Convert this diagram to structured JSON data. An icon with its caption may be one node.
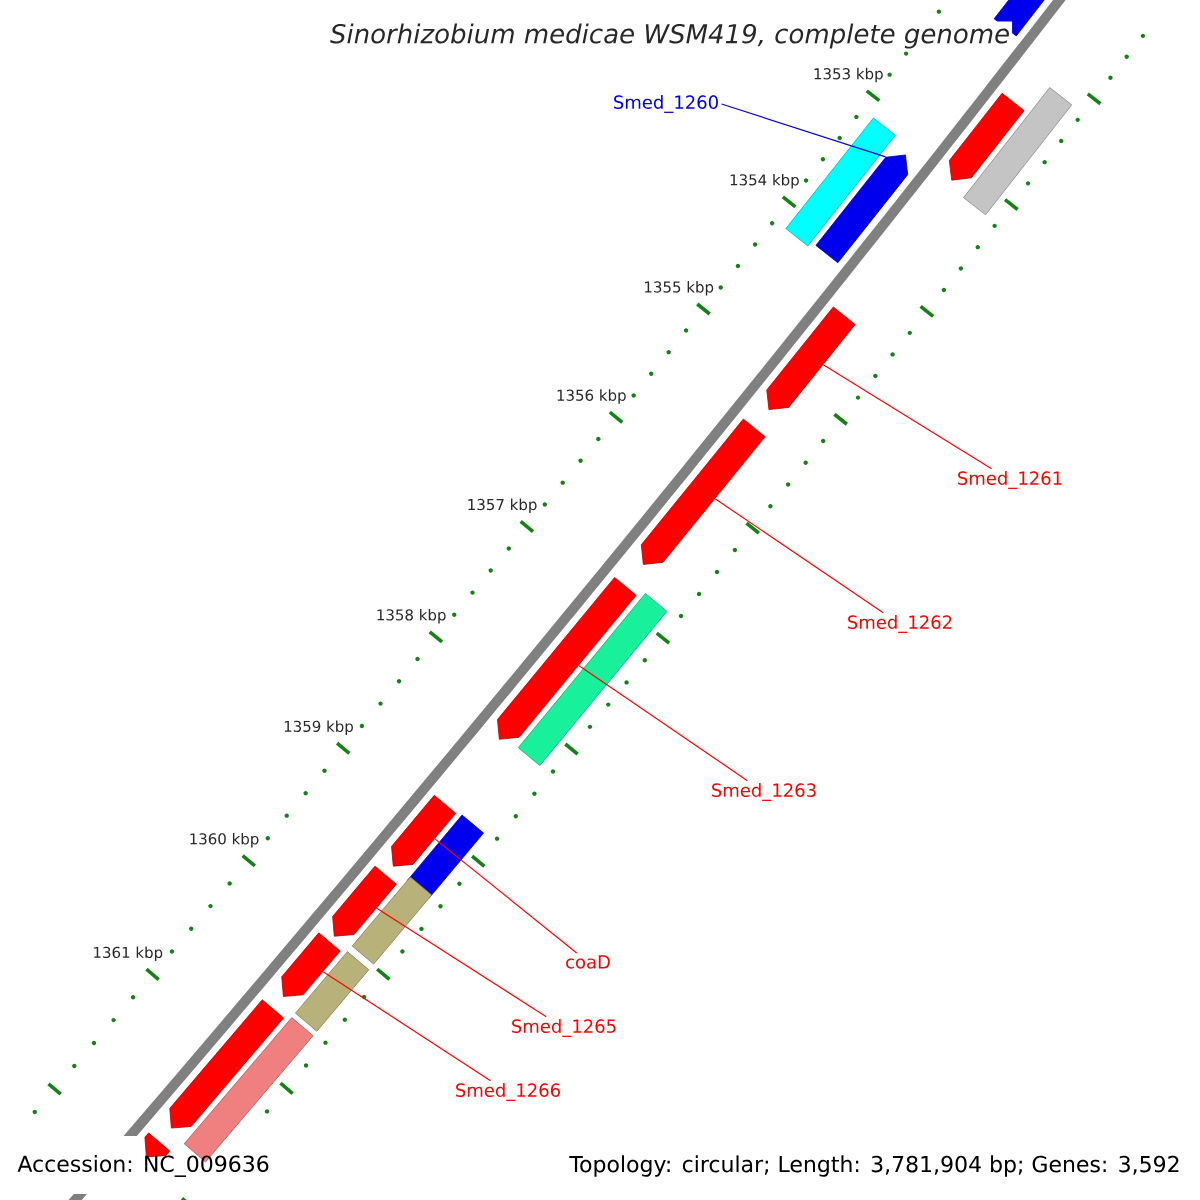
{
  "diagram": {
    "title": "Sinorhizobium medicae WSM419, complete genome",
    "nodes": [
      {
        "text": [],
        "shape": "arrow"
      },
      {
        "text": [],
        "shape": "arrow"
      },
      {
        "text": [],
        "shape": "bar"
      },
      {
        "text": [
          "Smed_1260"
        ]
      },
      {
        "text": [],
        "shape": "bar"
      },
      {
        "text": [],
        "shape": "arrow"
      },
      {
        "text": [],
        "shape": "arrow"
      },
      {
        "text": [
          "Smed_1261"
        ]
      },
      {
        "text": [],
        "shape": "arrow"
      },
      {
        "text": [
          "Smed_1262"
        ]
      },
      {
        "text": [],
        "shape": "arrow"
      },
      {
        "text": [],
        "shape": "bar"
      },
      {
        "text": [
          "Smed_1263"
        ]
      },
      {
        "text": [],
        "shape": "arrow"
      },
      {
        "text": [],
        "shape": "bar"
      },
      {
        "text": [
          "coaD"
        ]
      },
      {
        "text": [],
        "shape": "arrow"
      },
      {
        "text": [],
        "shape": "bar"
      },
      {
        "text": [
          "Smed_1265"
        ]
      },
      {
        "text": [],
        "shape": "arrow"
      },
      {
        "text": [],
        "shape": "bar"
      },
      {
        "text": [
          "Smed_1266"
        ]
      },
      {
        "text": [],
        "shape": "arrow"
      },
      {
        "text": [],
        "shape": "bar"
      },
      {
        "text": [],
        "shape": "arrow"
      }
    ],
    "edges": [
      {
        "from": 3,
        "to": 5,
        "arrow": "none",
        "color": "#0000ee"
      },
      {
        "from": 7,
        "to": 6,
        "arrow": "none"
      },
      {
        "from": 9,
        "to": 8,
        "arrow": "none"
      },
      {
        "from": 12,
        "to": 10,
        "arrow": "none"
      },
      {
        "from": 15,
        "to": 13,
        "arrow": "none"
      },
      {
        "from": 18,
        "to": 16,
        "arrow": "none"
      },
      {
        "from": 21,
        "to": 19,
        "arrow": "none"
      }
    ],
    "labels": [
      "1353 kbp",
      "1354 kbp",
      "1355 kbp",
      "1356 kbp",
      "1357 kbp",
      "1358 kbp",
      "1359 kbp",
      "1360 kbp",
      "1361 kbp",
      "Accession: NC_009636",
      "Topology: circular; Length: 3,781,904 bp; Genes: 3,592"
    ]
  }
}
